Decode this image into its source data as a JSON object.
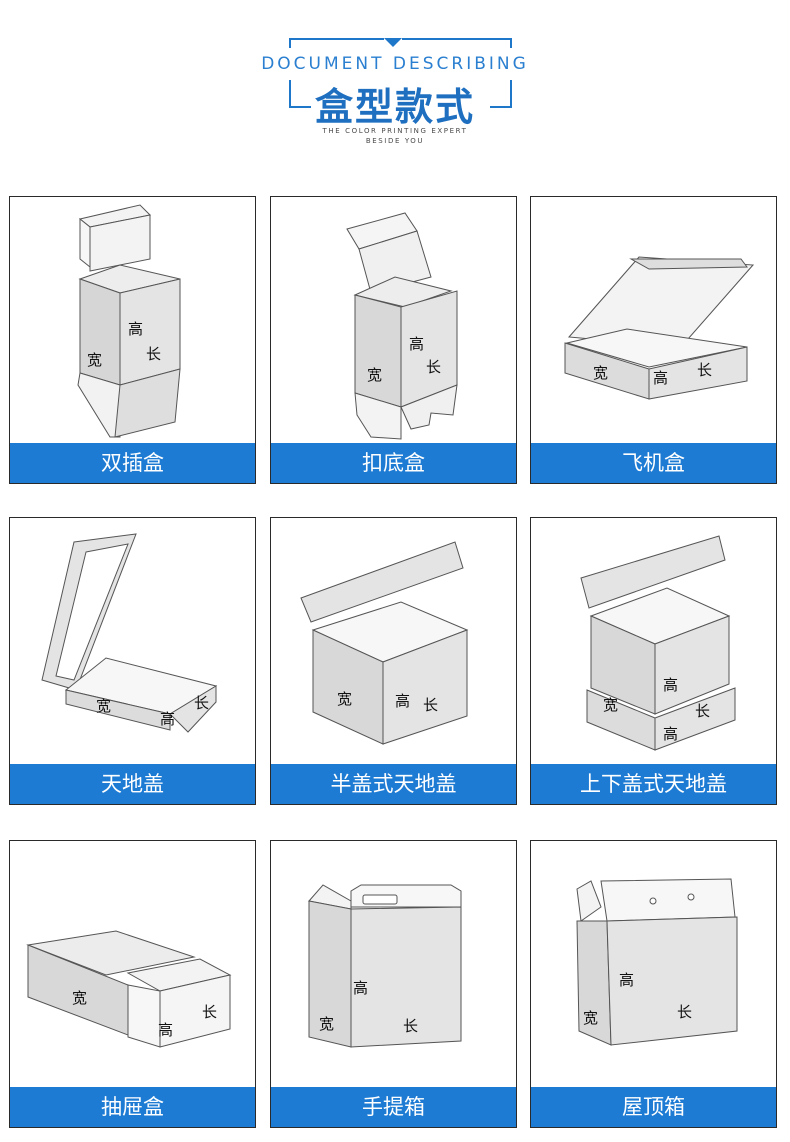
{
  "header": {
    "title_en": "DOCUMENT DESCRIBING",
    "title_cn": "盒型款式",
    "subtitle_line1": "THE COLOR PRINTING EXPERT",
    "subtitle_line2": "BESIDE YOU",
    "accent_color": "#1d7bd4"
  },
  "dimension_labels": {
    "height": "高",
    "length": "长",
    "width": "宽"
  },
  "box_styles": [
    {
      "label": "双插盒"
    },
    {
      "label": "扣底盒"
    },
    {
      "label": "飞机盒"
    },
    {
      "label": "天地盖"
    },
    {
      "label": "半盖式天地盖"
    },
    {
      "label": "上下盖式天地盖"
    },
    {
      "label": "抽屉盒"
    },
    {
      "label": "手提箱"
    },
    {
      "label": "屋顶箱"
    }
  ]
}
